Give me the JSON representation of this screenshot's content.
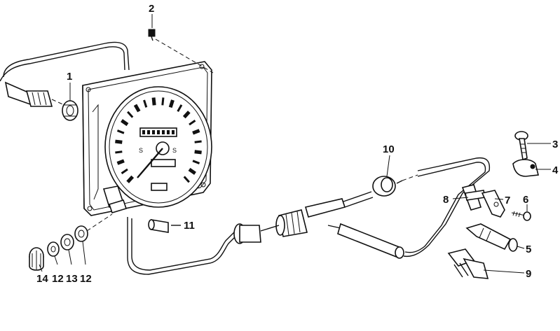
{
  "diagram": {
    "callouts": [
      "1",
      "2",
      "3",
      "4",
      "5",
      "6",
      "7",
      "8",
      "9",
      "10",
      "11",
      "12",
      "13",
      "14",
      "12"
    ],
    "odometer_digits": "",
    "line_color": "#111111",
    "background": "#ffffff"
  }
}
